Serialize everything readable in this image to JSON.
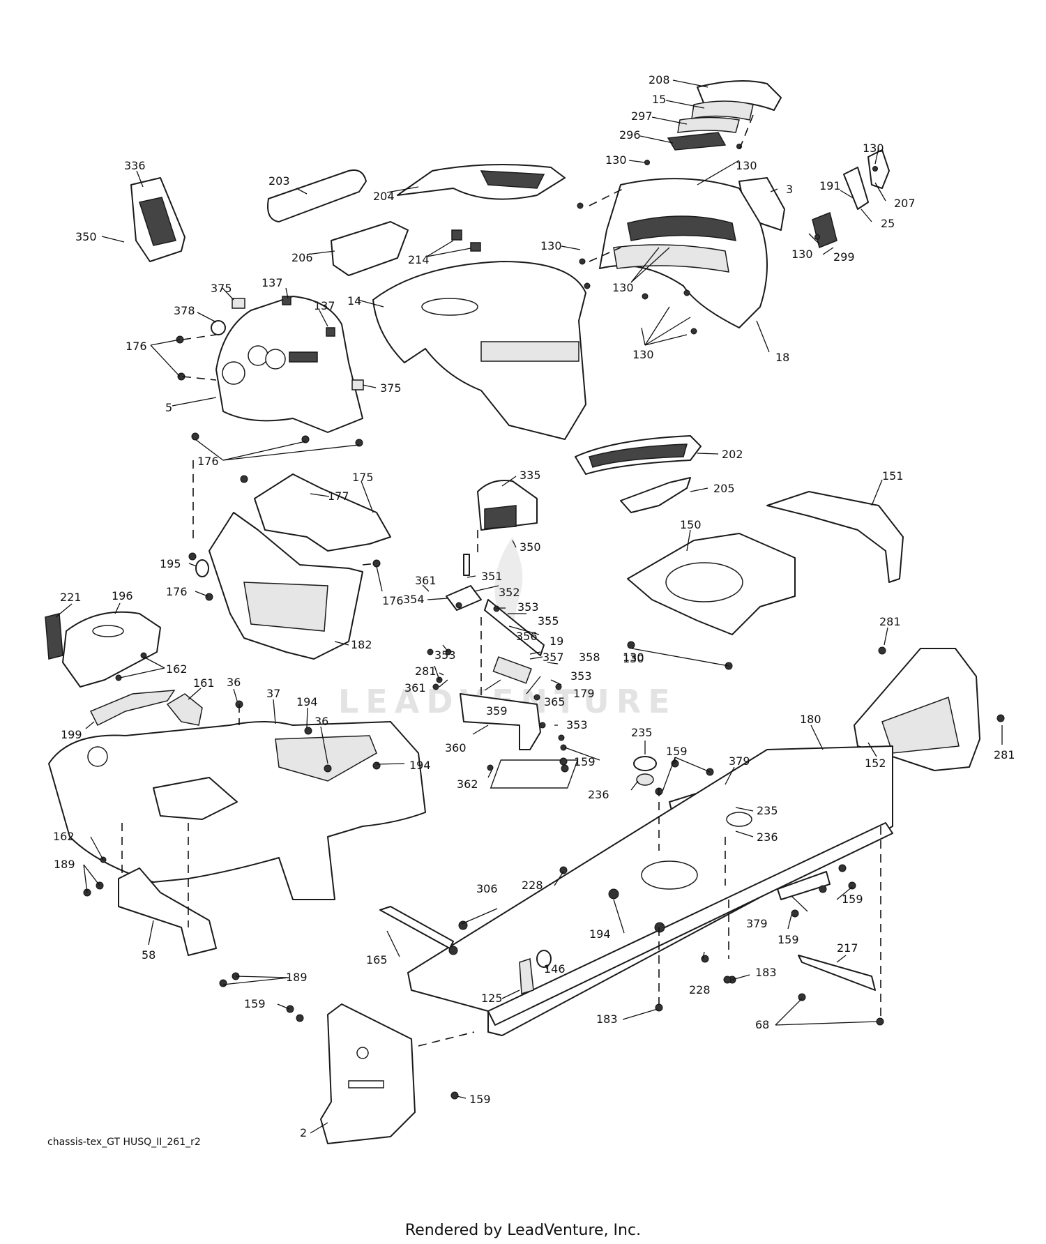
{
  "diagram": {
    "drawing_id": "chassis-tex_GT HUSQ_II_261_r2",
    "watermark": "LEADVENTURE",
    "footer": "Rendered by LeadVenture, Inc."
  },
  "callouts": [
    {
      "id": "208",
      "label": "208"
    },
    {
      "id": "15",
      "label": "15"
    },
    {
      "id": "297",
      "label": "297"
    },
    {
      "id": "296",
      "label": "296"
    },
    {
      "id": "130a",
      "label": "130"
    },
    {
      "id": "130b",
      "label": "130"
    },
    {
      "id": "130c",
      "label": "130"
    },
    {
      "id": "130d",
      "label": "130"
    },
    {
      "id": "130e",
      "label": "130"
    },
    {
      "id": "130f",
      "label": "130"
    },
    {
      "id": "130g",
      "label": "130"
    },
    {
      "id": "130h",
      "label": "130"
    },
    {
      "id": "3",
      "label": "3"
    },
    {
      "id": "191",
      "label": "191"
    },
    {
      "id": "207",
      "label": "207"
    },
    {
      "id": "25",
      "label": "25"
    },
    {
      "id": "299",
      "label": "299"
    },
    {
      "id": "18",
      "label": "18"
    },
    {
      "id": "336",
      "label": "336"
    },
    {
      "id": "350a",
      "label": "350"
    },
    {
      "id": "203",
      "label": "203"
    },
    {
      "id": "204",
      "label": "204"
    },
    {
      "id": "206",
      "label": "206"
    },
    {
      "id": "214",
      "label": "214"
    },
    {
      "id": "14",
      "label": "14"
    },
    {
      "id": "375a",
      "label": "375"
    },
    {
      "id": "137a",
      "label": "137"
    },
    {
      "id": "137b",
      "label": "137"
    },
    {
      "id": "378",
      "label": "378"
    },
    {
      "id": "176a",
      "label": "176"
    },
    {
      "id": "5",
      "label": "5"
    },
    {
      "id": "375b",
      "label": "375"
    },
    {
      "id": "176b",
      "label": "176"
    },
    {
      "id": "202",
      "label": "202"
    },
    {
      "id": "205",
      "label": "205"
    },
    {
      "id": "335",
      "label": "335"
    },
    {
      "id": "350b",
      "label": "350"
    },
    {
      "id": "175",
      "label": "175"
    },
    {
      "id": "177",
      "label": "177"
    },
    {
      "id": "195",
      "label": "195"
    },
    {
      "id": "176c",
      "label": "176"
    },
    {
      "id": "176d",
      "label": "176"
    },
    {
      "id": "182",
      "label": "182"
    },
    {
      "id": "151",
      "label": "151"
    },
    {
      "id": "150",
      "label": "150"
    },
    {
      "id": "130i",
      "label": "130"
    },
    {
      "id": "361a",
      "label": "361"
    },
    {
      "id": "351",
      "label": "351"
    },
    {
      "id": "352",
      "label": "352"
    },
    {
      "id": "354",
      "label": "354"
    },
    {
      "id": "353a",
      "label": "353"
    },
    {
      "id": "355",
      "label": "355"
    },
    {
      "id": "356",
      "label": "356"
    },
    {
      "id": "19",
      "label": "19"
    },
    {
      "id": "353b",
      "label": "353"
    },
    {
      "id": "357",
      "label": "357"
    },
    {
      "id": "358",
      "label": "358"
    },
    {
      "id": "353c",
      "label": "353"
    },
    {
      "id": "281a",
      "label": "281"
    },
    {
      "id": "361b",
      "label": "361"
    },
    {
      "id": "179",
      "label": "179"
    },
    {
      "id": "365",
      "label": "365"
    },
    {
      "id": "359",
      "label": "359"
    },
    {
      "id": "353d",
      "label": "353"
    },
    {
      "id": "360",
      "label": "360"
    },
    {
      "id": "159a",
      "label": "159"
    },
    {
      "id": "362",
      "label": "362"
    },
    {
      "id": "221",
      "label": "221"
    },
    {
      "id": "196",
      "label": "196"
    },
    {
      "id": "162a",
      "label": "162"
    },
    {
      "id": "161",
      "label": "161"
    },
    {
      "id": "36a",
      "label": "36"
    },
    {
      "id": "37",
      "label": "37"
    },
    {
      "id": "194a",
      "label": "194"
    },
    {
      "id": "36b",
      "label": "36"
    },
    {
      "id": "194b",
      "label": "194"
    },
    {
      "id": "199",
      "label": "199"
    },
    {
      "id": "281b",
      "label": "281"
    },
    {
      "id": "281c",
      "label": "281"
    },
    {
      "id": "152",
      "label": "152"
    },
    {
      "id": "235a",
      "label": "235"
    },
    {
      "id": "159b",
      "label": "159"
    },
    {
      "id": "379a",
      "label": "379"
    },
    {
      "id": "180",
      "label": "180"
    },
    {
      "id": "236a",
      "label": "236"
    },
    {
      "id": "235b",
      "label": "235"
    },
    {
      "id": "236b",
      "label": "236"
    },
    {
      "id": "162b",
      "label": "162"
    },
    {
      "id": "189a",
      "label": "189"
    },
    {
      "id": "228a",
      "label": "228"
    },
    {
      "id": "306",
      "label": "306"
    },
    {
      "id": "159c",
      "label": "159"
    },
    {
      "id": "379b",
      "label": "379"
    },
    {
      "id": "159d",
      "label": "159"
    },
    {
      "id": "194c",
      "label": "194"
    },
    {
      "id": "58",
      "label": "58"
    },
    {
      "id": "165",
      "label": "165"
    },
    {
      "id": "146",
      "label": "146"
    },
    {
      "id": "189b",
      "label": "189"
    },
    {
      "id": "217",
      "label": "217"
    },
    {
      "id": "125",
      "label": "125"
    },
    {
      "id": "228b",
      "label": "228"
    },
    {
      "id": "183a",
      "label": "183"
    },
    {
      "id": "183b",
      "label": "183"
    },
    {
      "id": "68",
      "label": "68"
    },
    {
      "id": "159e",
      "label": "159"
    },
    {
      "id": "159f",
      "label": "159"
    },
    {
      "id": "2",
      "label": "2"
    }
  ]
}
